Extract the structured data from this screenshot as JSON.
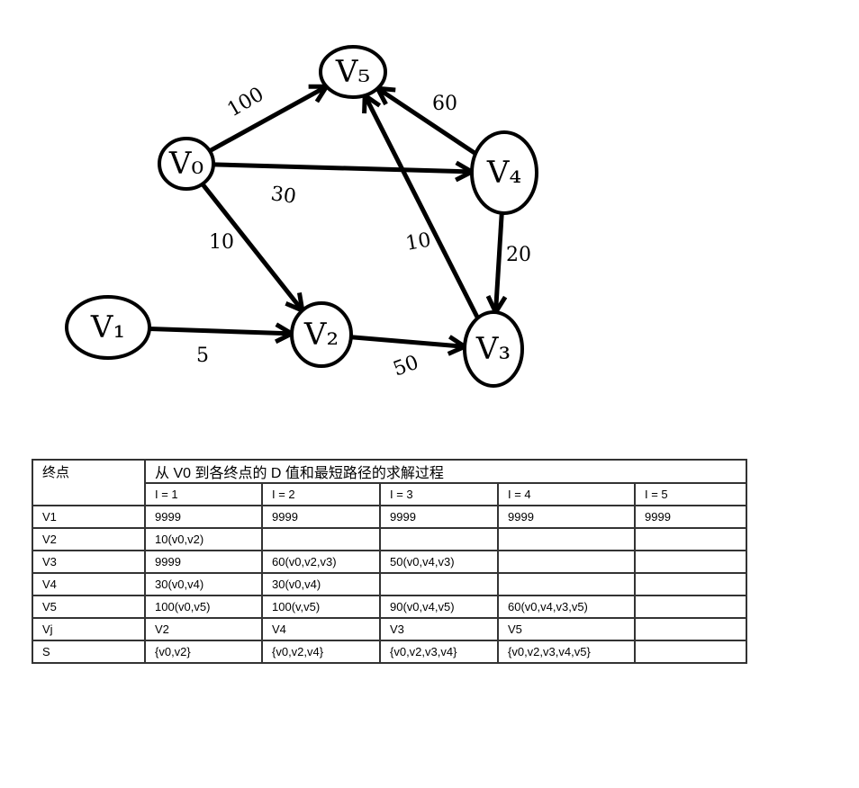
{
  "graph": {
    "nodes": [
      {
        "id": "v0",
        "label": "V₀"
      },
      {
        "id": "v1",
        "label": "V₁"
      },
      {
        "id": "v2",
        "label": "V₂"
      },
      {
        "id": "v3",
        "label": "V₃"
      },
      {
        "id": "v4",
        "label": "V₄"
      },
      {
        "id": "v5",
        "label": "V₅"
      }
    ],
    "edges": [
      {
        "from": "v0",
        "to": "v5",
        "weight": "100"
      },
      {
        "from": "v0",
        "to": "v4",
        "weight": "30"
      },
      {
        "from": "v0",
        "to": "v2",
        "weight": "10"
      },
      {
        "from": "v1",
        "to": "v2",
        "weight": "5"
      },
      {
        "from": "v2",
        "to": "v3",
        "weight": "50"
      },
      {
        "from": "v3",
        "to": "v5",
        "weight": "10"
      },
      {
        "from": "v4",
        "to": "v5",
        "weight": "60"
      },
      {
        "from": "v4",
        "to": "v3",
        "weight": "20"
      }
    ]
  },
  "table": {
    "corner": "终点",
    "title": "从 V0 到各终点的 D 值和最短路径的求解过程",
    "iterations": [
      "I = 1",
      "I = 2",
      "I = 3",
      "I = 4",
      "I = 5"
    ],
    "rows": [
      {
        "label": "V1",
        "cells": [
          "9999",
          "9999",
          "9999",
          "9999",
          "9999"
        ]
      },
      {
        "label": "V2",
        "cells": [
          "10(v0,v2)",
          "",
          "",
          "",
          ""
        ]
      },
      {
        "label": "V3",
        "cells": [
          "9999",
          "60(v0,v2,v3)",
          "50(v0,v4,v3)",
          "",
          ""
        ]
      },
      {
        "label": "V4",
        "cells": [
          "30(v0,v4)",
          "30(v0,v4)",
          "",
          "",
          ""
        ]
      },
      {
        "label": "V5",
        "cells": [
          "100(v0,v5)",
          "100(v,v5)",
          "90(v0,v4,v5)",
          "60(v0,v4,v3,v5)",
          ""
        ]
      },
      {
        "label": "Vj",
        "cells": [
          "V2",
          "V4",
          "V3",
          "V5",
          ""
        ]
      },
      {
        "label": "S",
        "cells": [
          "{v0,v2}",
          "{v0,v2,v4}",
          "{v0,v2,v3,v4}",
          "{v0,v2,v3,v4,v5}",
          ""
        ]
      }
    ]
  }
}
